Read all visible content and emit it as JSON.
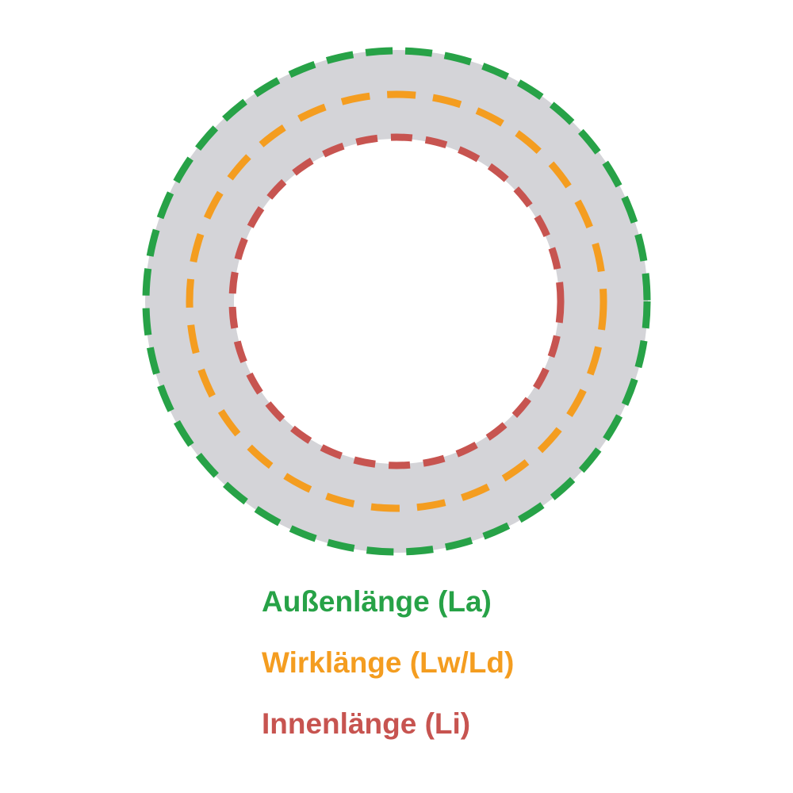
{
  "colors": {
    "ring_fill": "#d4d4d8",
    "outer_length_green": "#27a247",
    "effective_length_orange": "#f49d20",
    "inner_length_red": "#c75450"
  },
  "legend": {
    "items": [
      {
        "label": "Außenlänge (La)"
      },
      {
        "label": "Wirklänge (Lw/Ld)"
      },
      {
        "label": "Innenlänge (Li)"
      }
    ]
  }
}
